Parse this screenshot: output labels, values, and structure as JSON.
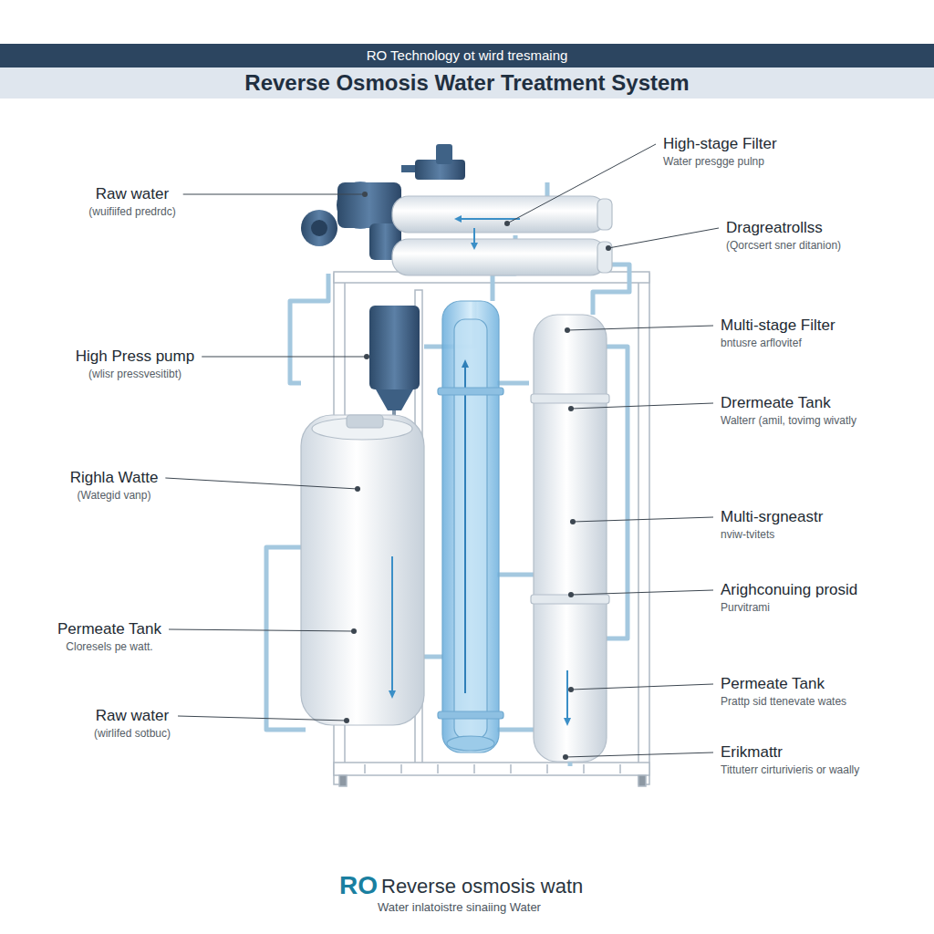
{
  "diagram": {
    "title": "Reverse Osmosis Water Treatment System",
    "caption": "Reverse osmosis watn",
    "labels": [
      "RO Technology ot wird tresmaing",
      "Raw water",
      "(wuifiifed predrdc)",
      "High Press pump",
      "(wlisr pressvesitibt)",
      "Righla Watte",
      "(Wategid vanp)",
      "Permeate Tank",
      "Cloresels pe watt.",
      "Raw water",
      "(wirlifed sotbuc)",
      "High-stage Filter",
      "Water presgge pulnp",
      "Dragreatrollss",
      "(Qorcsert sner ditanion)",
      "Multi-stage Filter",
      "bntusre arflovitef",
      "Drermeate Tank",
      "Walterr (amil, tovimg wivatly",
      "Multi-srgneastr",
      "nviw-tvitets",
      "Arighconuing prosid",
      "Purvitrami",
      "Permeate Tank",
      "Prattp sid ttenevate wates",
      "Erikmattr",
      "Tittuterr cirturivieris or waally",
      "RO",
      "Water inlatoistre sinaiing Water"
    ]
  }
}
